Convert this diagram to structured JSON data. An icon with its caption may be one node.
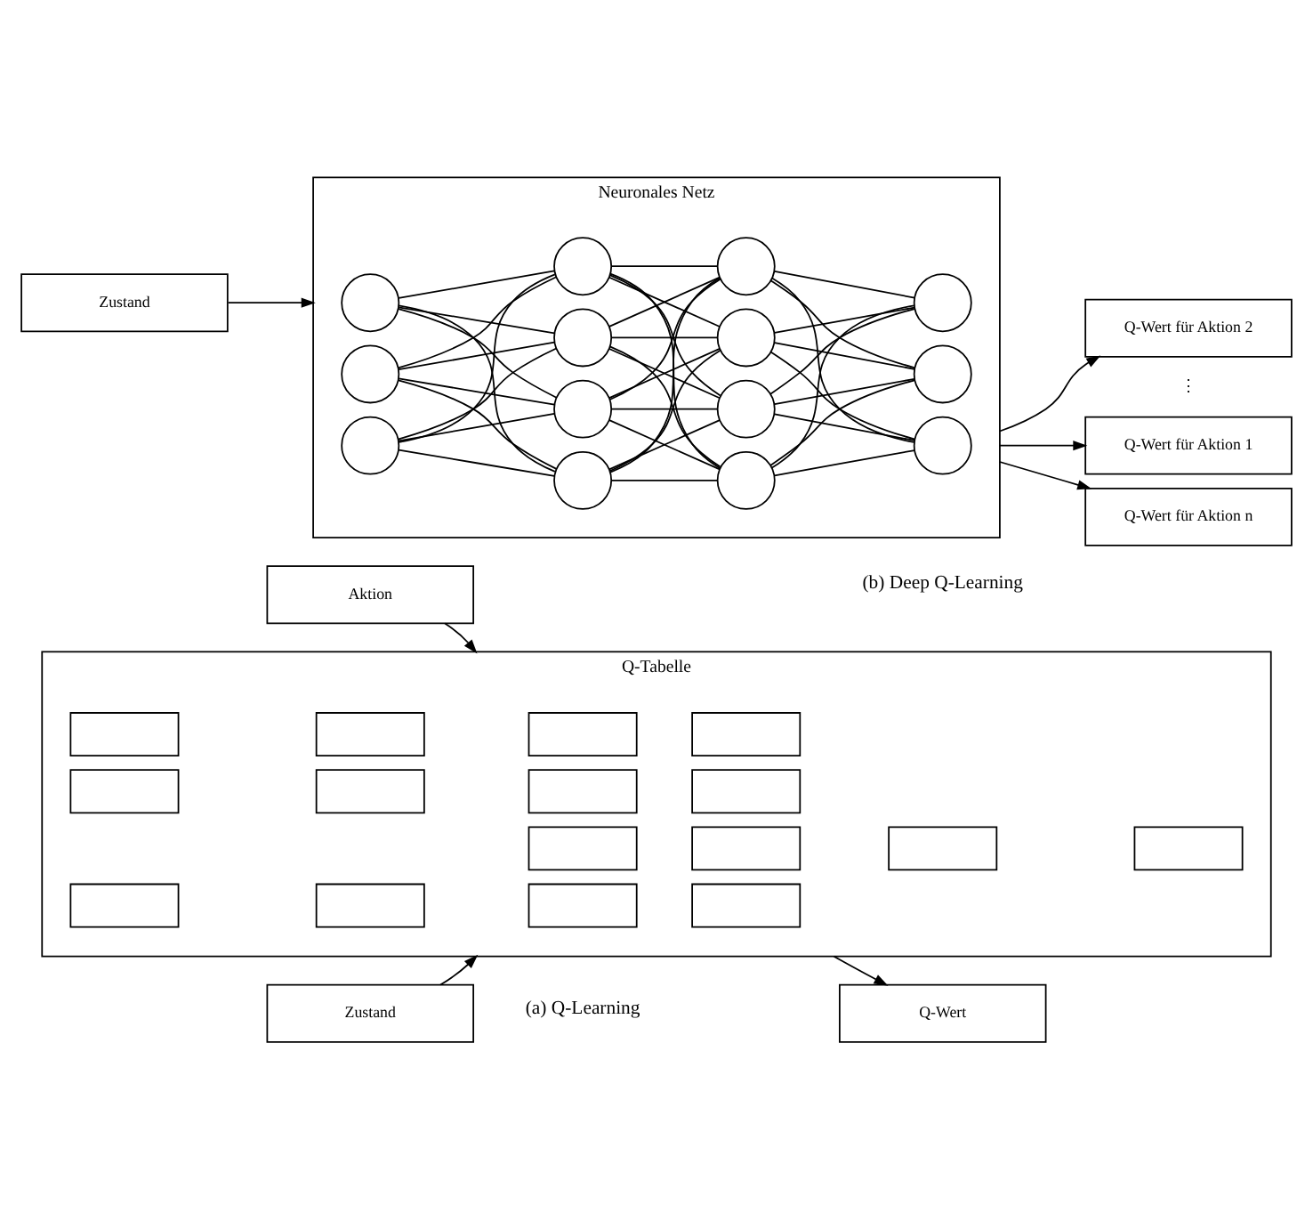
{
  "diagram": {
    "nodes": [
      {
        "text": [
          "Zustand"
        ]
      },
      {
        "text": [
          "Aktion"
        ]
      },
      {
        "text": [
          "Q-Tabelle"
        ]
      },
      {
        "text": [],
        "shape": "box",
        "in": 2
      },
      {
        "text": [],
        "shape": "box",
        "in": 2
      },
      {
        "text": [],
        "shape": "box",
        "in": 2
      },
      {
        "text": [],
        "shape": "box",
        "in": 2
      },
      {
        "text": [],
        "shape": "box",
        "in": 2
      },
      {
        "text": [],
        "shape": "box",
        "in": 2
      },
      {
        "text": [],
        "shape": "box",
        "in": 2
      },
      {
        "text": [],
        "shape": "box",
        "in": 2
      },
      {
        "text": [],
        "shape": "box",
        "in": 2
      },
      {
        "text": [],
        "shape": "box",
        "in": 2
      },
      {
        "text": [],
        "shape": "box",
        "in": 2
      },
      {
        "text": [],
        "shape": "box",
        "in": 2
      },
      {
        "text": [],
        "shape": "box",
        "in": 2
      },
      {
        "text": [],
        "shape": "box",
        "in": 2
      },
      {
        "text": [],
        "shape": "box",
        "in": 2
      },
      {
        "text": [],
        "shape": "box",
        "in": 2
      },
      {
        "text": [
          "Q-Wert"
        ]
      },
      {
        "text": [
          "Zustand"
        ]
      },
      {
        "text": [
          "Neuronales Netz"
        ]
      },
      {
        "text": [],
        "shape": "circle",
        "in": 21
      },
      {
        "text": [],
        "shape": "circle",
        "in": 21
      },
      {
        "text": [],
        "shape": "circle",
        "in": 21
      },
      {
        "text": [],
        "shape": "circle",
        "in": 21
      },
      {
        "text": [],
        "shape": "circle",
        "in": 21
      },
      {
        "text": [],
        "shape": "circle",
        "in": 21
      },
      {
        "text": [],
        "shape": "circle",
        "in": 21
      },
      {
        "text": [],
        "shape": "circle",
        "in": 21
      },
      {
        "text": [],
        "shape": "circle",
        "in": 21
      },
      {
        "text": [],
        "shape": "circle",
        "in": 21
      },
      {
        "text": [],
        "shape": "circle",
        "in": 21
      },
      {
        "text": [],
        "shape": "circle",
        "in": 21
      },
      {
        "text": [],
        "shape": "circle",
        "in": 21
      },
      {
        "text": [],
        "shape": "circle",
        "in": 21
      },
      {
        "text": [
          "Q-Wert für Aktion 1"
        ]
      },
      {
        "text": [
          "Q-Wert für Aktion 2"
        ]
      },
      {
        "text": [
          "Q-Wert für Aktion n"
        ]
      }
    ],
    "edges": [
      {
        "from": 0,
        "to": 2,
        "arrow": "to"
      },
      {
        "from": 1,
        "to": 2,
        "arrow": "to"
      },
      {
        "from": 2,
        "to": 19,
        "arrow": "to"
      },
      {
        "from": 20,
        "to": 21,
        "arrow": "to"
      },
      {
        "from": 21,
        "to": 36,
        "arrow": "to"
      },
      {
        "from": 21,
        "to": 37,
        "arrow": "to"
      },
      {
        "from": 21,
        "to": 38,
        "arrow": "to"
      },
      {
        "from": 22,
        "to": 25,
        "arrow": "none"
      },
      {
        "from": 22,
        "to": 26,
        "arrow": "none"
      },
      {
        "from": 22,
        "to": 27,
        "arrow": "none"
      },
      {
        "from": 22,
        "to": 28,
        "arrow": "none"
      },
      {
        "from": 23,
        "to": 25,
        "arrow": "none"
      },
      {
        "from": 23,
        "to": 26,
        "arrow": "none"
      },
      {
        "from": 23,
        "to": 27,
        "arrow": "none"
      },
      {
        "from": 23,
        "to": 28,
        "arrow": "none"
      },
      {
        "from": 24,
        "to": 25,
        "arrow": "none"
      },
      {
        "from": 24,
        "to": 26,
        "arrow": "none"
      },
      {
        "from": 24,
        "to": 27,
        "arrow": "none"
      },
      {
        "from": 24,
        "to": 28,
        "arrow": "none"
      },
      {
        "from": 25,
        "to": 29,
        "arrow": "none"
      },
      {
        "from": 25,
        "to": 30,
        "arrow": "none"
      },
      {
        "from": 25,
        "to": 31,
        "arrow": "none"
      },
      {
        "from": 25,
        "to": 32,
        "arrow": "none"
      },
      {
        "from": 26,
        "to": 29,
        "arrow": "none"
      },
      {
        "from": 26,
        "to": 30,
        "arrow": "none"
      },
      {
        "from": 26,
        "to": 31,
        "arrow": "none"
      },
      {
        "from": 26,
        "to": 32,
        "arrow": "none"
      },
      {
        "from": 27,
        "to": 29,
        "arrow": "none"
      },
      {
        "from": 27,
        "to": 30,
        "arrow": "none"
      },
      {
        "from": 27,
        "to": 31,
        "arrow": "none"
      },
      {
        "from": 27,
        "to": 32,
        "arrow": "none"
      },
      {
        "from": 28,
        "to": 29,
        "arrow": "none"
      },
      {
        "from": 28,
        "to": 30,
        "arrow": "none"
      },
      {
        "from": 28,
        "to": 31,
        "arrow": "none"
      },
      {
        "from": 28,
        "to": 32,
        "arrow": "none"
      },
      {
        "from": 29,
        "to": 33,
        "arrow": "none"
      },
      {
        "from": 29,
        "to": 34,
        "arrow": "none"
      },
      {
        "from": 29,
        "to": 35,
        "arrow": "none"
      },
      {
        "from": 30,
        "to": 33,
        "arrow": "none"
      },
      {
        "from": 30,
        "to": 34,
        "arrow": "none"
      },
      {
        "from": 30,
        "to": 35,
        "arrow": "none"
      },
      {
        "from": 31,
        "to": 33,
        "arrow": "none"
      },
      {
        "from": 31,
        "to": 34,
        "arrow": "none"
      },
      {
        "from": 31,
        "to": 35,
        "arrow": "none"
      },
      {
        "from": 32,
        "to": 33,
        "arrow": "none"
      },
      {
        "from": 32,
        "to": 34,
        "arrow": "none"
      },
      {
        "from": 32,
        "to": 35,
        "arrow": "none"
      }
    ],
    "labels": [
      "(a) Q-Learning",
      "⋮",
      "(b) Deep Q-Learning"
    ]
  }
}
